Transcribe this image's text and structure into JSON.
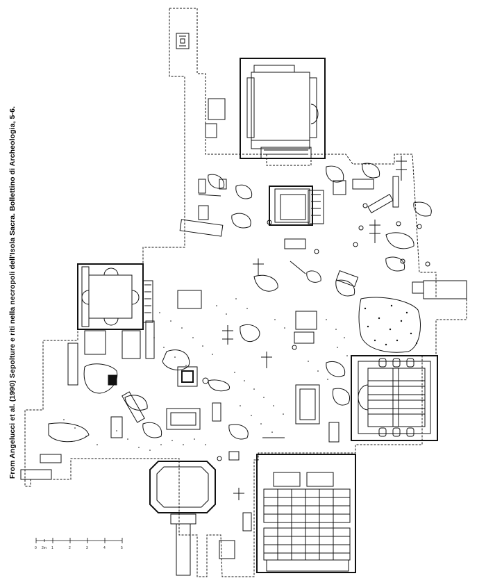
{
  "caption": "From Angelucci et al. (1990) Sepolture e riti nella necropoli dell'Isola Sacra. Bollettino di Archeologia, 5-6.",
  "scale_bar": {
    "labels": [
      "0",
      "2m",
      "1",
      "2",
      "3",
      "4",
      "5"
    ]
  },
  "colors": {
    "ink": "#111111",
    "paper": "#ffffff"
  }
}
